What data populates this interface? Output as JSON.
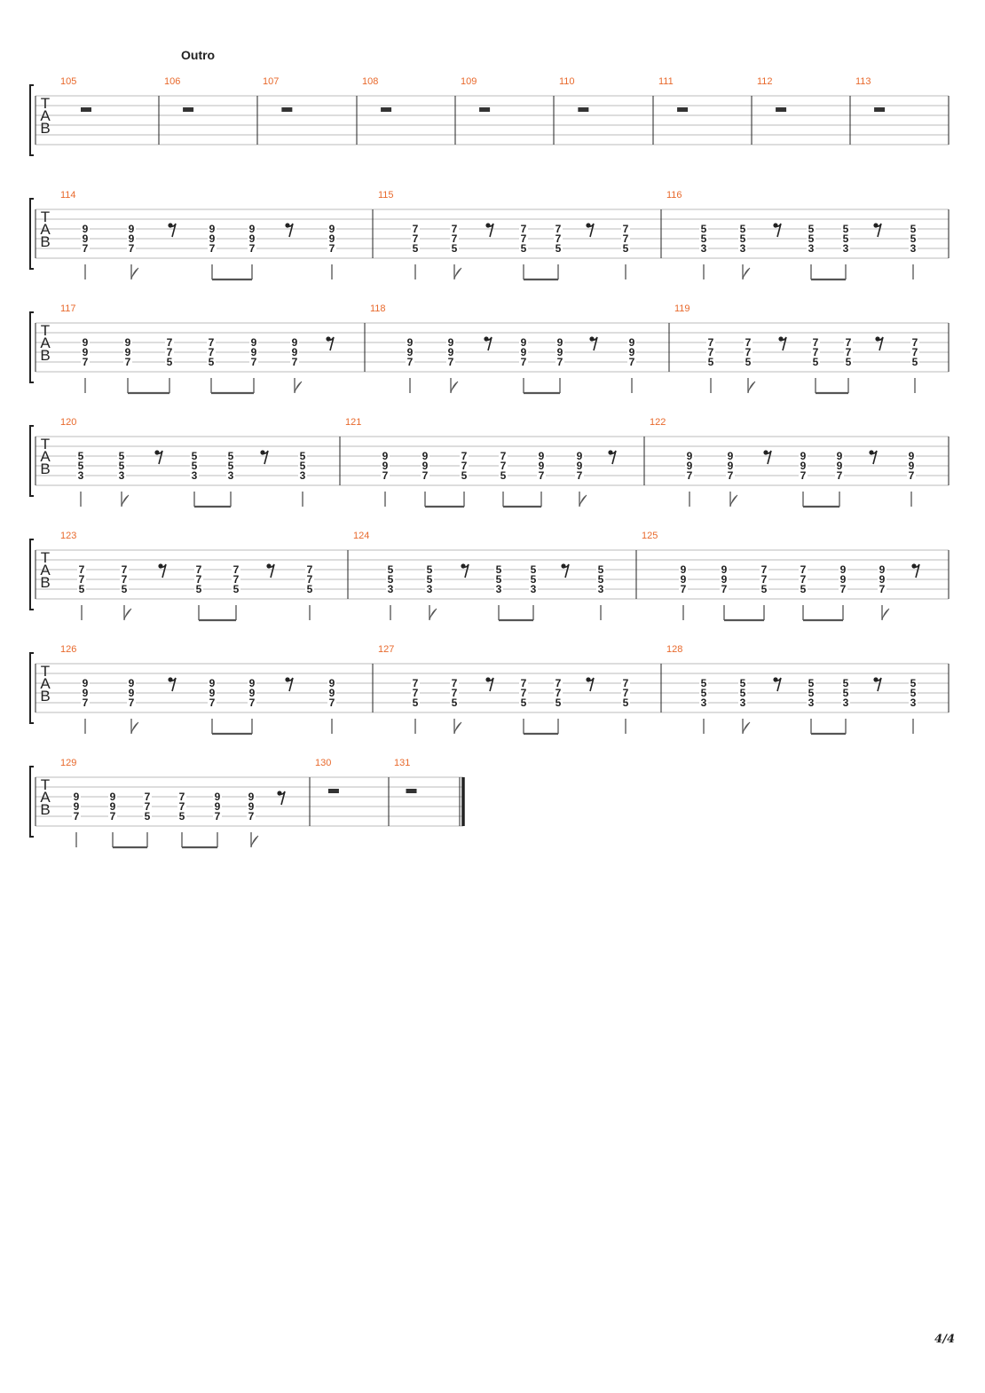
{
  "section": "Outro",
  "page_number": "4/4",
  "staff_clef": [
    "T",
    "A",
    "B"
  ],
  "systems": [
    {
      "measures": [
        {
          "number": "105",
          "rest": true
        },
        {
          "number": "106",
          "rest": true
        },
        {
          "number": "107",
          "rest": true
        },
        {
          "number": "108",
          "rest": true
        },
        {
          "number": "109",
          "rest": true
        },
        {
          "number": "110",
          "rest": true
        },
        {
          "number": "111",
          "rest": true
        },
        {
          "number": "112",
          "rest": true
        },
        {
          "number": "113",
          "rest": true
        }
      ]
    },
    {
      "measures": [
        {
          "number": "114",
          "pattern": "A",
          "chord": [
            "9",
            "9",
            "7"
          ]
        },
        {
          "number": "115",
          "pattern": "A",
          "chord": [
            "7",
            "7",
            "5"
          ]
        },
        {
          "number": "116",
          "pattern": "A",
          "chord": [
            "5",
            "5",
            "3"
          ]
        }
      ]
    },
    {
      "measures": [
        {
          "number": "117",
          "pattern": "B",
          "chords": [
            [
              "9",
              "9",
              "7"
            ],
            [
              "7",
              "7",
              "5"
            ],
            [
              "9",
              "9",
              "7"
            ]
          ]
        },
        {
          "number": "118",
          "pattern": "A",
          "chord": [
            "9",
            "9",
            "7"
          ]
        },
        {
          "number": "119",
          "pattern": "A",
          "chord": [
            "7",
            "7",
            "5"
          ]
        }
      ]
    },
    {
      "measures": [
        {
          "number": "120",
          "pattern": "A",
          "chord": [
            "5",
            "5",
            "3"
          ]
        },
        {
          "number": "121",
          "pattern": "B",
          "chords": [
            [
              "9",
              "9",
              "7"
            ],
            [
              "7",
              "7",
              "5"
            ],
            [
              "9",
              "9",
              "7"
            ]
          ]
        },
        {
          "number": "122",
          "pattern": "A",
          "chord": [
            "9",
            "9",
            "7"
          ]
        }
      ]
    },
    {
      "measures": [
        {
          "number": "123",
          "pattern": "A",
          "chord": [
            "7",
            "7",
            "5"
          ]
        },
        {
          "number": "124",
          "pattern": "A",
          "chord": [
            "5",
            "5",
            "3"
          ]
        },
        {
          "number": "125",
          "pattern": "B",
          "chords": [
            [
              "9",
              "9",
              "7"
            ],
            [
              "7",
              "7",
              "5"
            ],
            [
              "9",
              "9",
              "7"
            ]
          ]
        }
      ]
    },
    {
      "measures": [
        {
          "number": "126",
          "pattern": "A",
          "chord": [
            "9",
            "9",
            "7"
          ]
        },
        {
          "number": "127",
          "pattern": "A",
          "chord": [
            "7",
            "7",
            "5"
          ]
        },
        {
          "number": "128",
          "pattern": "A",
          "chord": [
            "5",
            "5",
            "3"
          ]
        }
      ]
    },
    {
      "measures": [
        {
          "number": "129",
          "pattern": "B",
          "chords": [
            [
              "9",
              "9",
              "7"
            ],
            [
              "7",
              "7",
              "5"
            ],
            [
              "9",
              "9",
              "7"
            ]
          ]
        },
        {
          "number": "130",
          "rest": true
        },
        {
          "number": "131",
          "rest": true
        }
      ]
    }
  ]
}
